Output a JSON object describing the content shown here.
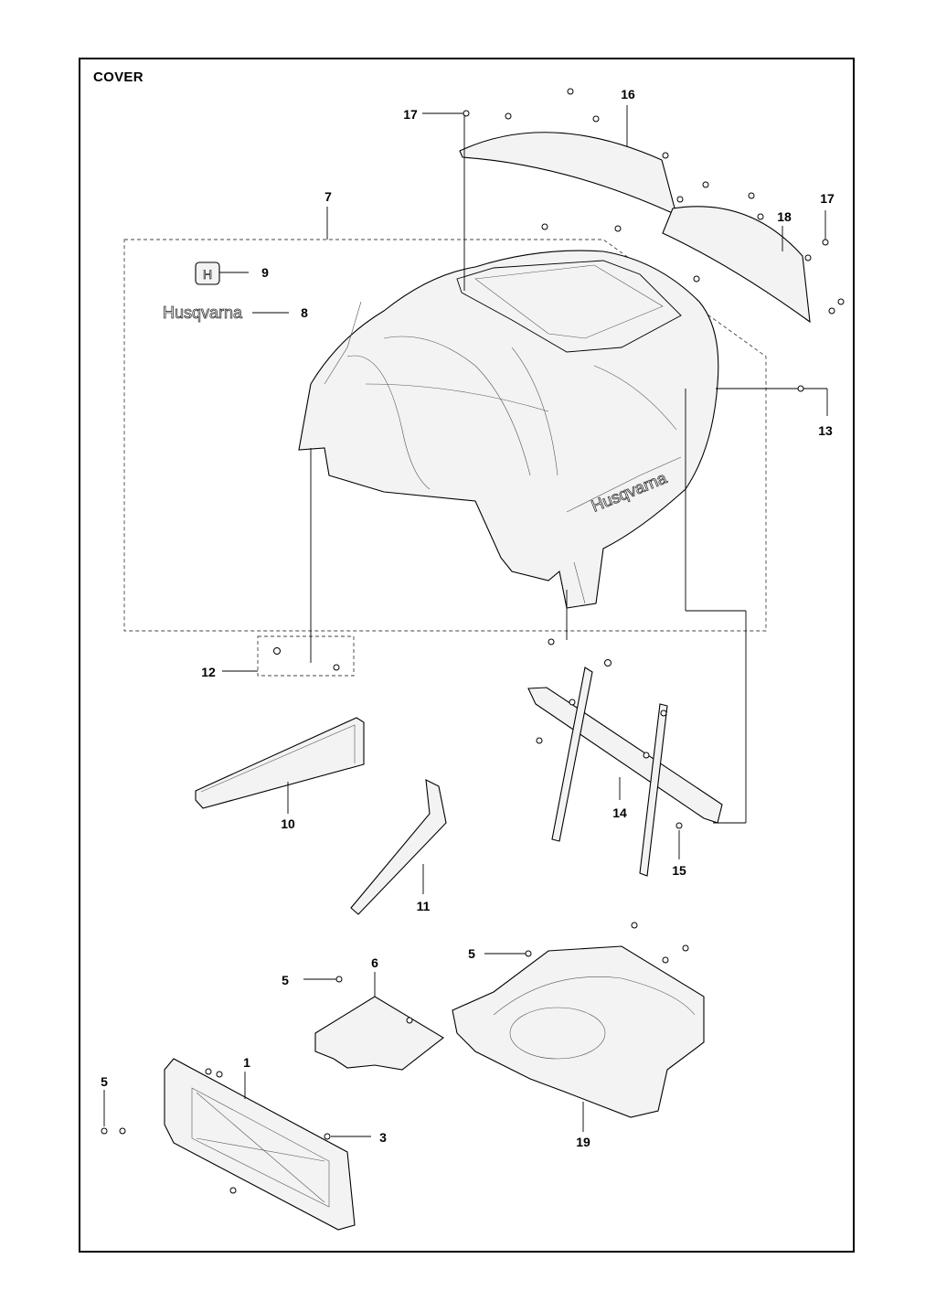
{
  "title": "COVER",
  "brand_text": "Husqvarna",
  "callouts": {
    "c1": "1",
    "c3": "3",
    "c5a": "5",
    "c5b": "5",
    "c5c": "5",
    "c6": "6",
    "c7": "7",
    "c8": "8",
    "c9": "9",
    "c10": "10",
    "c11": "11",
    "c12": "12",
    "c13": "13",
    "c14": "14",
    "c15": "15",
    "c16": "16",
    "c17a": "17",
    "c17b": "17",
    "c18": "18",
    "c19": "19"
  }
}
